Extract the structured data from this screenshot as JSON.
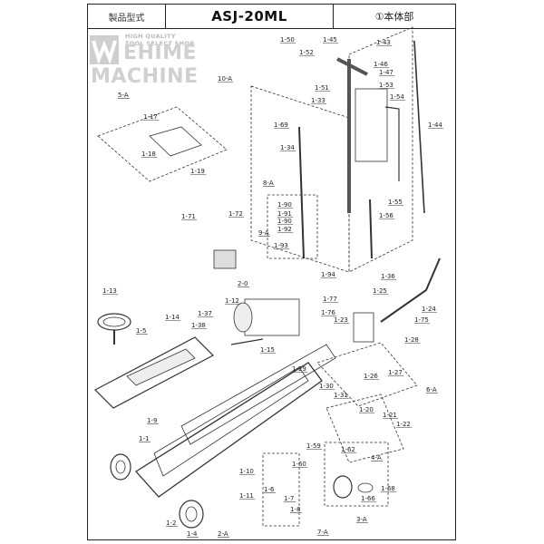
{
  "header": {
    "label": "製品型式",
    "model": "ASJ-20ML",
    "section": "①本体部"
  },
  "logo": {
    "line1": "HIGH QUALITY",
    "line2": "TOOL SELECT SHOP",
    "word1": "EHIME",
    "word2": "MACHINE"
  },
  "parts": [
    "1-50",
    "1-45",
    "1-43",
    "1-52",
    "1-46",
    "1-47",
    "1-53",
    "1-51",
    "1-33",
    "1-54",
    "10-A",
    "5-A",
    "1-17",
    "1-18",
    "1-19",
    "1-69",
    "1-34",
    "1-44",
    "8-A",
    "1-90",
    "1-91",
    "1-90",
    "1-92",
    "1-55",
    "1-56",
    "1-71",
    "1-72",
    "9-A",
    "1-93",
    "1-94",
    "1-13",
    "2-0",
    "1-12",
    "1-37",
    "1-38",
    "1-14",
    "1-36",
    "1-25",
    "1-77",
    "1-76",
    "1-23",
    "1-24",
    "1-75",
    "1-5",
    "1-15",
    "1-28",
    "1-29",
    "1-26",
    "1-27",
    "1-30",
    "1-31",
    "6-A",
    "1-9",
    "1-20",
    "1-21",
    "1-22",
    "1-1",
    "1-59",
    "1-62",
    "4-A",
    "1-60",
    "1-10",
    "1-11",
    "1-6",
    "1-7",
    "1-8",
    "1-68",
    "1-66",
    "3-A",
    "7-A",
    "1-2",
    "1-4",
    "2-A"
  ]
}
